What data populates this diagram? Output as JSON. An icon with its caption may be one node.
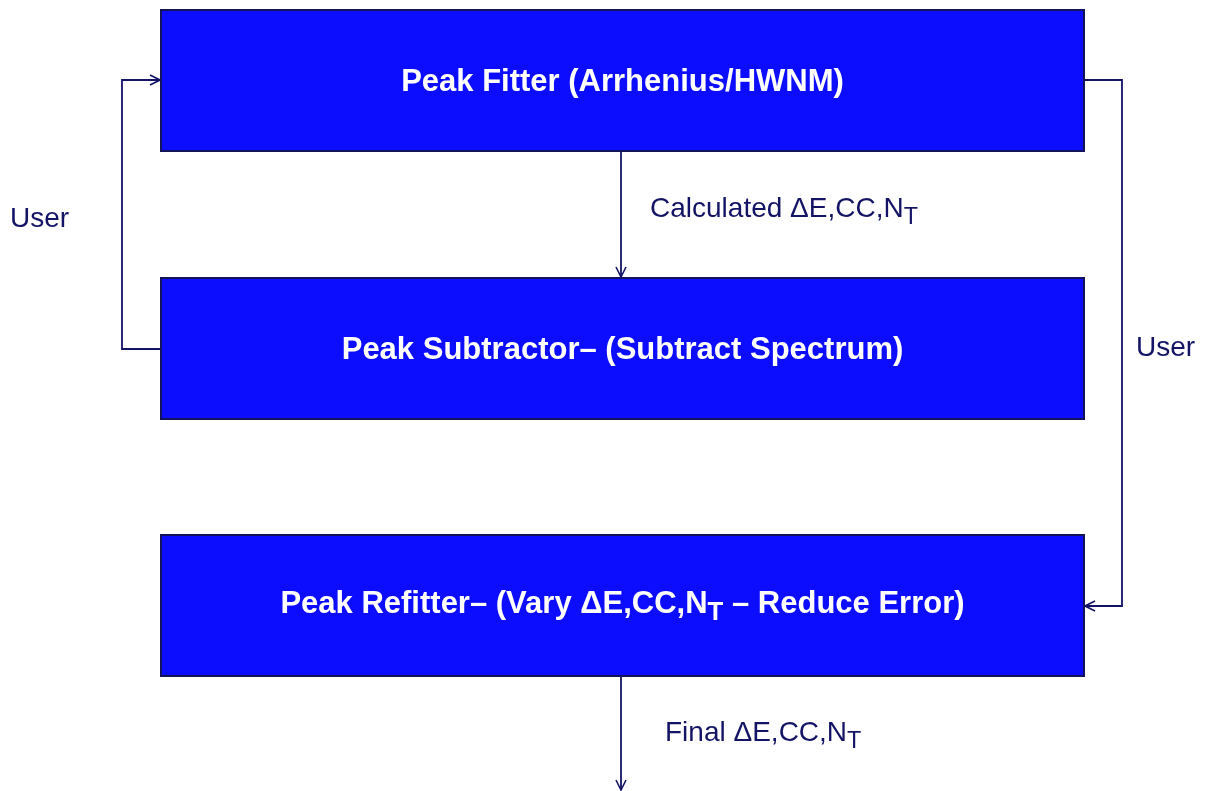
{
  "diagram": {
    "nodes": [
      {
        "text": [
          "Peak Fitter (Arrhenius/HWNM)"
        ]
      },
      {
        "text": [
          "Peak Subtractor– (Subtract Spectrum)"
        ]
      },
      {
        "text": [
          "Peak Refitter– (Vary ΔE,CC,N$_{T}$ – Reduce Error)"
        ]
      }
    ],
    "edges": [
      {
        "from": 0,
        "to": 1,
        "arrow": "to",
        "label": "Calculated ΔE,CC,N$_{T}$"
      },
      {
        "from": 1,
        "to": 0,
        "arrow": "to",
        "label": "User"
      },
      {
        "from": 0,
        "to": 2,
        "arrow": "to",
        "label": "User"
      },
      {
        "from": 2,
        "to": null,
        "arrow": "to",
        "label": "Final ΔE,CC,N$_{T}$"
      }
    ]
  }
}
